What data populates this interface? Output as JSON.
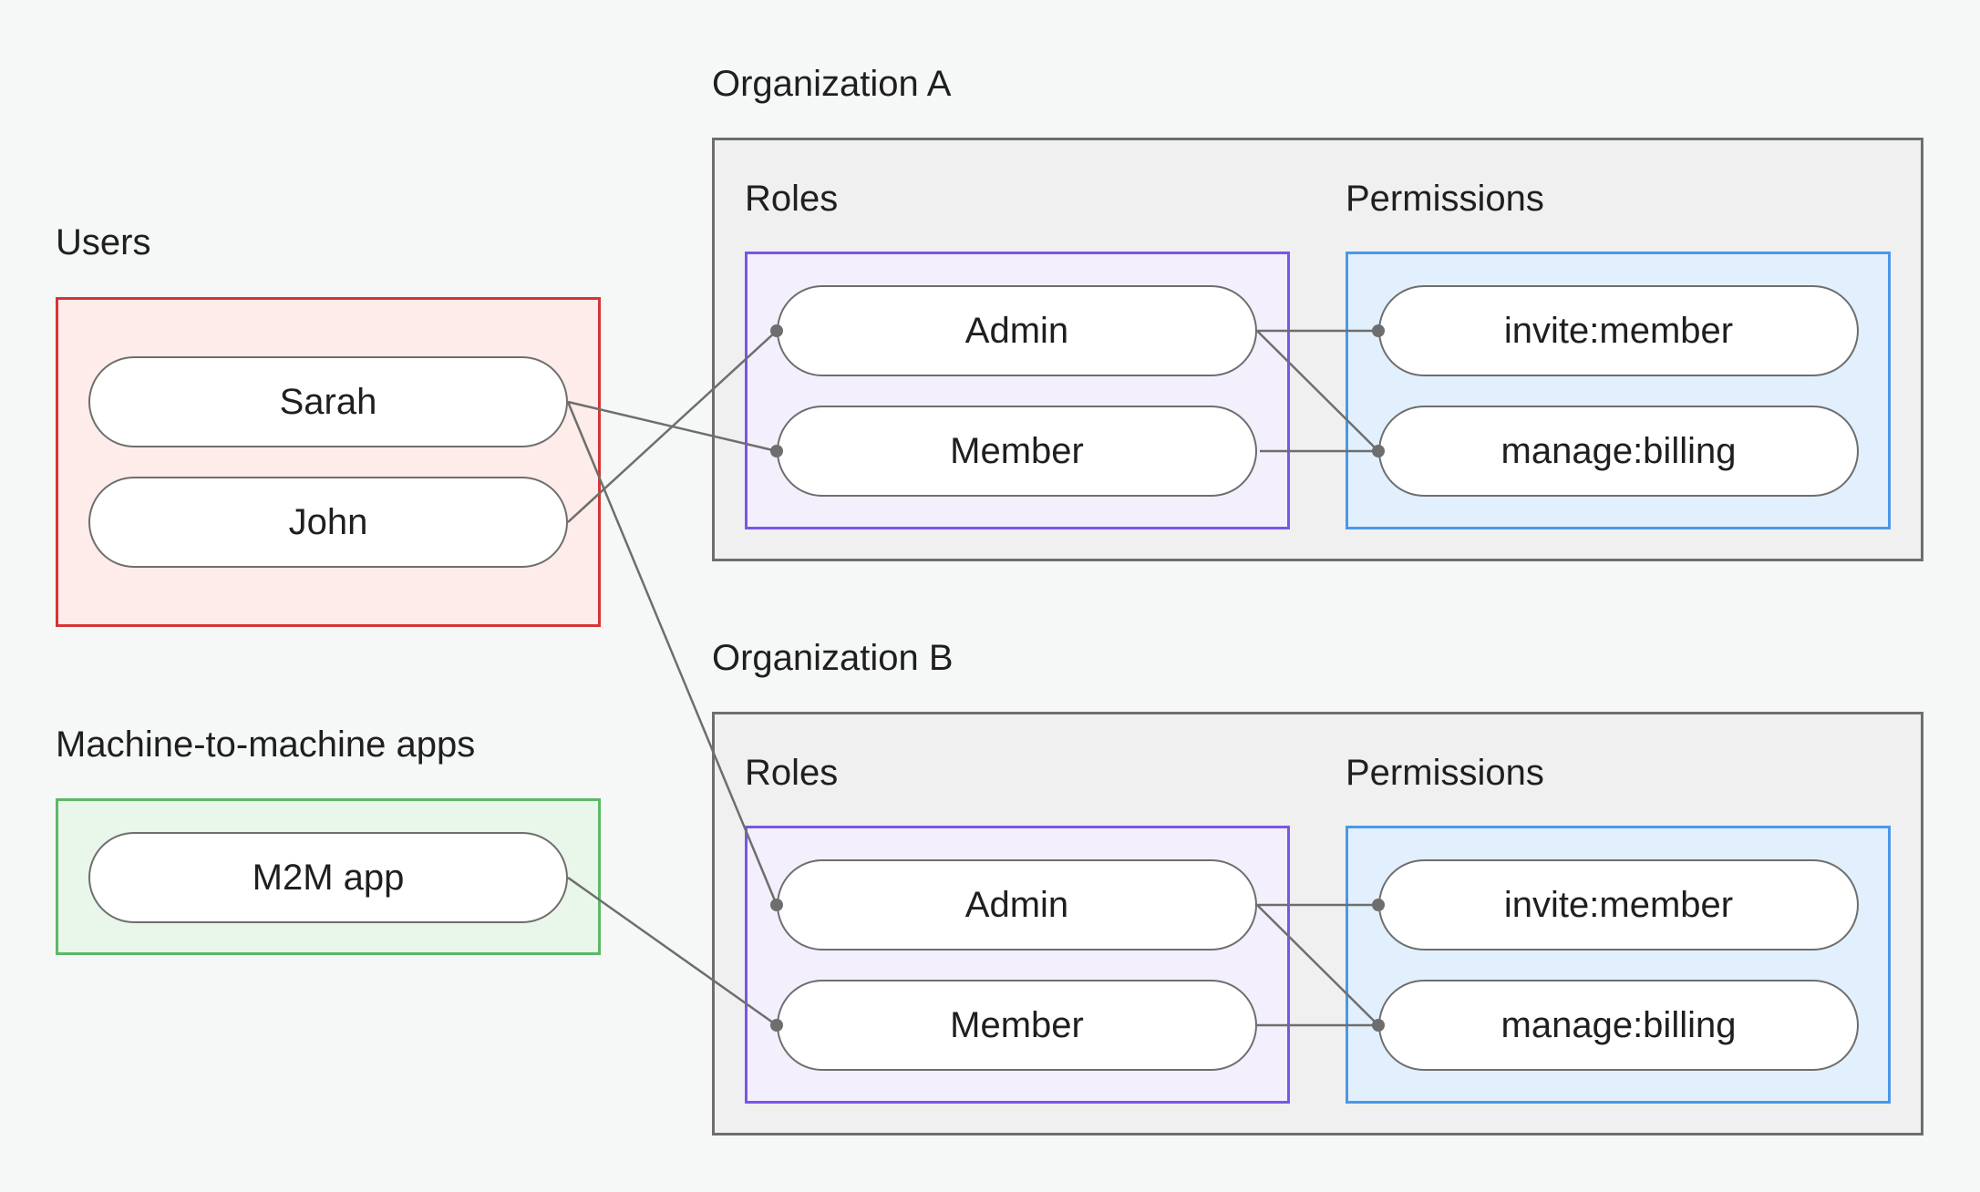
{
  "users": {
    "heading": "Users",
    "items": [
      "Sarah",
      "John"
    ]
  },
  "m2m": {
    "heading": "Machine-to-machine apps",
    "items": [
      "M2M app"
    ]
  },
  "org_a": {
    "heading": "Organization A",
    "roles_heading": "Roles",
    "permissions_heading": "Permissions",
    "roles": [
      "Admin",
      "Member"
    ],
    "permissions": [
      "invite:member",
      "manage:billing"
    ]
  },
  "org_b": {
    "heading": "Organization B",
    "roles_heading": "Roles",
    "permissions_heading": "Permissions",
    "roles": [
      "Admin",
      "Member"
    ],
    "permissions": [
      "invite:member",
      "manage:billing"
    ]
  },
  "connections": [
    {
      "from": "Sarah",
      "to": "Organization A / Member"
    },
    {
      "from": "Sarah",
      "to": "Organization B / Admin"
    },
    {
      "from": "John",
      "to": "Organization A / Admin"
    },
    {
      "from": "M2M app",
      "to": "Organization B / Member"
    },
    {
      "from": "Organization A / Admin",
      "to": "Organization A / invite:member"
    },
    {
      "from": "Organization A / Admin",
      "to": "Organization A / manage:billing"
    },
    {
      "from": "Organization A / Member",
      "to": "Organization A / manage:billing"
    },
    {
      "from": "Organization B / Admin",
      "to": "Organization B / invite:member"
    },
    {
      "from": "Organization B / Admin",
      "to": "Organization B / manage:billing"
    },
    {
      "from": "Organization B / Member",
      "to": "Organization B / manage:billing"
    }
  ],
  "colors": {
    "background": "#f6f8f7",
    "users_border": "#d53535",
    "users_fill": "#fdece9",
    "m2m_border": "#5cb866",
    "m2m_fill": "#e9f6ea",
    "org_border": "#6e6e6e",
    "org_fill": "#eff0ef",
    "roles_border": "#7a56e8",
    "roles_fill": "#f3effd",
    "permissions_border": "#4b97ea",
    "permissions_fill": "#e1f0fc",
    "connector": "#6e6e6e"
  }
}
